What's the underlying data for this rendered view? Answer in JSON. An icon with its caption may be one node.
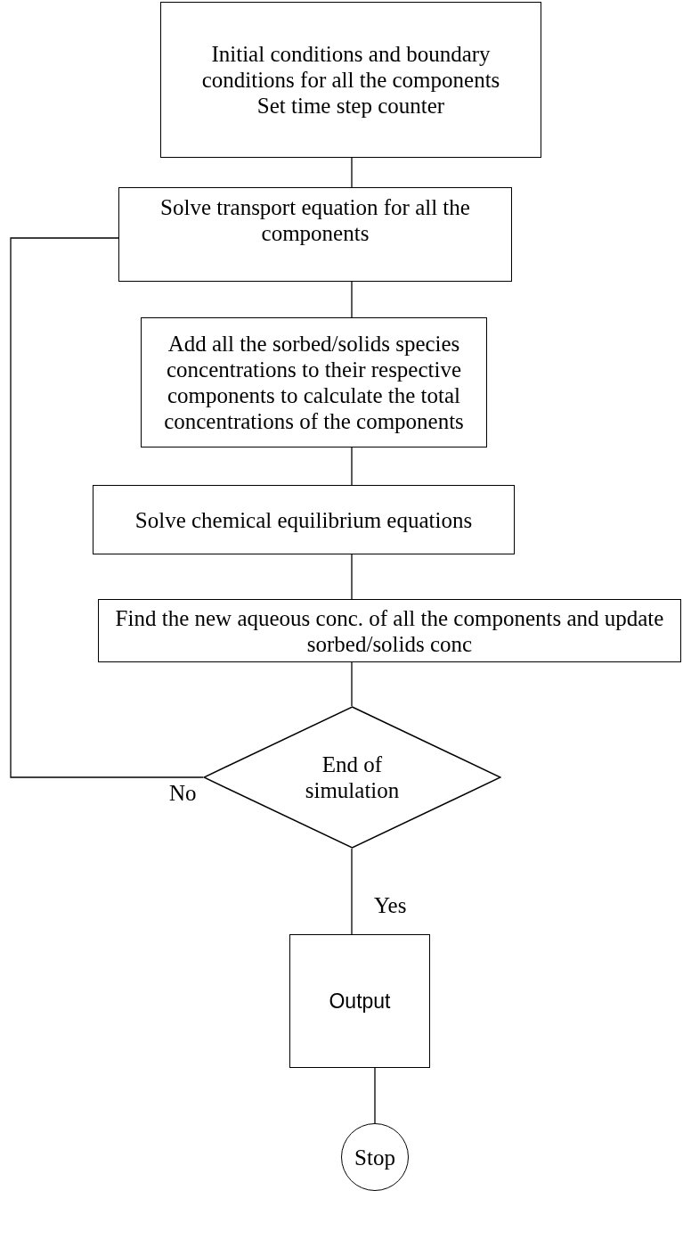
{
  "diagram": {
    "nodes": [
      {
        "text": [
          "Initial conditions and boundary conditions for all the components",
          "Set time step counter"
        ]
      },
      {
        "text": [
          "Solve transport equation for all the components"
        ]
      },
      {
        "text": [
          "Add all the sorbed/solids species concentrations to their respective components to calculate the total concentrations of the components"
        ]
      },
      {
        "text": [
          "Solve chemical equilibrium equations"
        ]
      },
      {
        "text": [
          "Find the new aqueous conc.  of all the components and update sorbed/solids  conc"
        ]
      },
      {
        "text": [
          "End of simulation"
        ]
      },
      {
        "text": [
          "Output"
        ]
      },
      {
        "text": [
          "Stop"
        ]
      }
    ],
    "edges": [
      {
        "from": 0,
        "to": 1,
        "arrow": "none"
      },
      {
        "from": 1,
        "to": 2,
        "arrow": "none"
      },
      {
        "from": 2,
        "to": 3,
        "arrow": "none"
      },
      {
        "from": 3,
        "to": 4,
        "arrow": "none"
      },
      {
        "from": 4,
        "to": 5,
        "arrow": "none"
      },
      {
        "from": 5,
        "to": 6,
        "arrow": "none",
        "label": "Yes"
      },
      {
        "from": 6,
        "to": 7,
        "arrow": "none"
      },
      {
        "from": 5,
        "to": 1,
        "arrow": "none",
        "label": "No"
      }
    ]
  }
}
